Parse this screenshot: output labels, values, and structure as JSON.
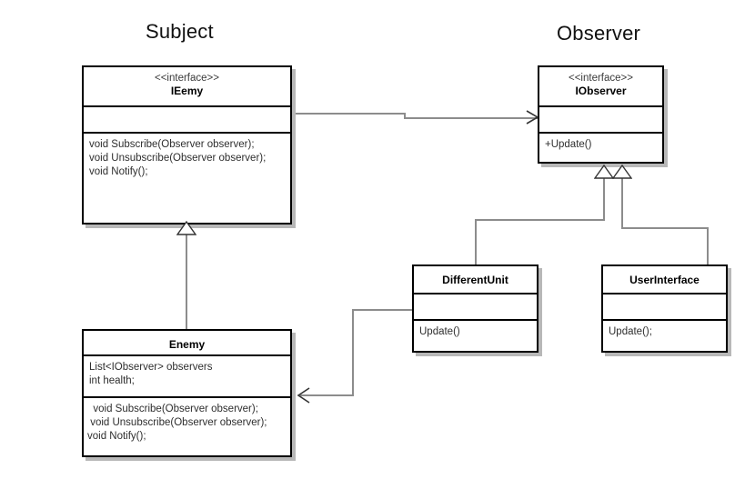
{
  "diagram": {
    "type": "uml-class-diagram",
    "pattern": "Observer",
    "groups": [
      {
        "id": "subject",
        "label": "Subject"
      },
      {
        "id": "observer",
        "label": "Observer"
      }
    ],
    "classes": [
      {
        "id": "ieemy",
        "stereotype": "<<interface>>",
        "name": "IEemy",
        "attributes": "",
        "methods": "void Subscribe(Observer observer);\nvoid Unsubscribe(Observer observer);\nvoid Notify();"
      },
      {
        "id": "iobserver",
        "stereotype": "<<interface>>",
        "name": "IObserver",
        "attributes": "",
        "methods": "+Update()"
      },
      {
        "id": "enemy",
        "stereotype": "",
        "name": "Enemy",
        "attributes": "List<IObserver> observers\nint health;",
        "methods": "  void Subscribe(Observer observer);\n void Unsubscribe(Observer observer);\nvoid Notify();"
      },
      {
        "id": "differentunit",
        "stereotype": "",
        "name": "DifferentUnit",
        "attributes": "",
        "methods": "Update()"
      },
      {
        "id": "userinterface",
        "stereotype": "",
        "name": "UserInterface",
        "attributes": "",
        "methods": "Update();"
      }
    ],
    "relationships": [
      {
        "id": "ieemy-to-iobserver",
        "kind": "association",
        "from": "IEemy",
        "to": "IObserver"
      },
      {
        "id": "enemy-to-ieemy",
        "kind": "generalization",
        "from": "Enemy",
        "to": "IEemy"
      },
      {
        "id": "differentunit-to-iobserver",
        "kind": "generalization",
        "from": "DifferentUnit",
        "to": "IObserver"
      },
      {
        "id": "userinterface-to-iobserver",
        "kind": "generalization",
        "from": "UserInterface",
        "to": "IObserver"
      },
      {
        "id": "differentunit-to-enemy",
        "kind": "association",
        "from": "DifferentUnit",
        "to": "Enemy"
      }
    ],
    "colors": {
      "background": "#ffffff",
      "border": "#000000",
      "shadow": "#b8b8b8",
      "connector": "#8c8c8c",
      "text": "#000000"
    }
  }
}
